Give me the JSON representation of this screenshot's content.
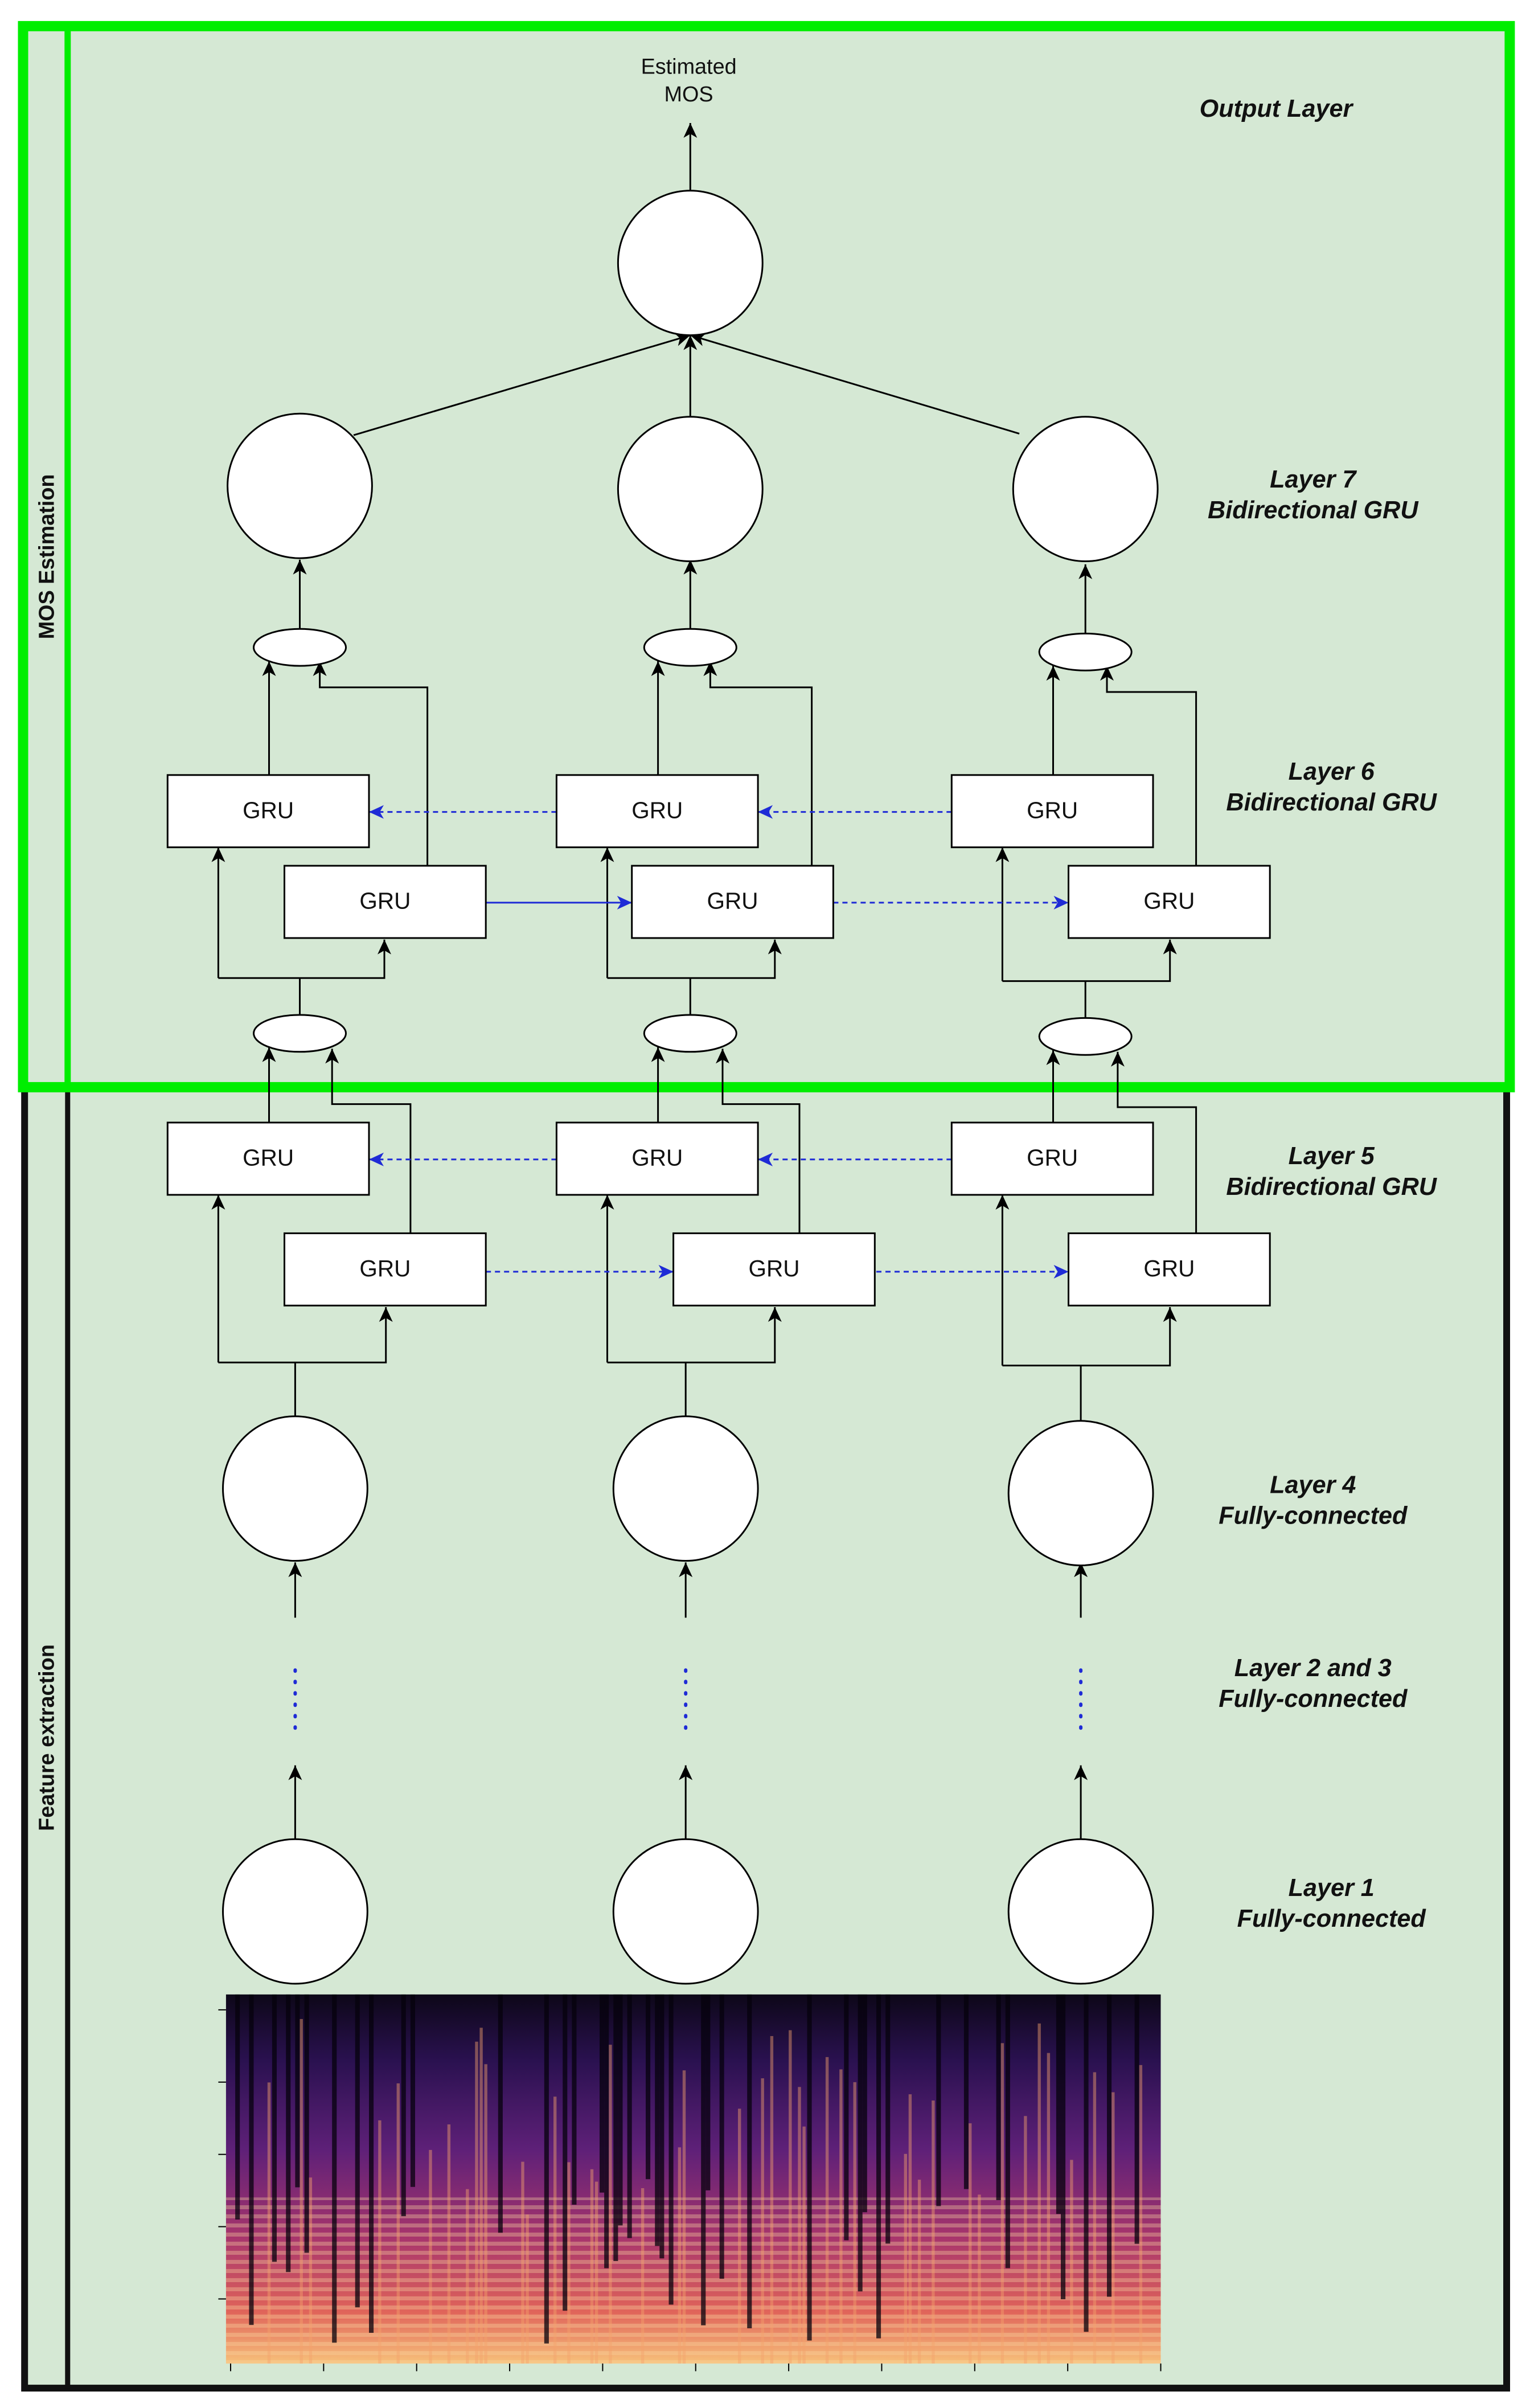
{
  "sections": {
    "mos": "MOS Estimation",
    "feature": "Feature extraction"
  },
  "output_label": [
    "Estimated",
    "MOS"
  ],
  "layers": {
    "output": [
      "Output Layer"
    ],
    "l7": [
      "Layer 7",
      "Bidirectional GRU"
    ],
    "l6": [
      "Layer 6",
      "Bidirectional GRU"
    ],
    "l5": [
      "Layer 5",
      "Bidirectional GRU"
    ],
    "l4": [
      "Layer 4",
      "Fully-connected"
    ],
    "l23": [
      "Layer 2 and 3",
      "Fully-connected"
    ],
    "l1": [
      "Layer 1",
      "Fully-connected"
    ]
  },
  "gru_label": "GRU",
  "colors": {
    "panel_fill": "#d5e8d4",
    "mos_border": "#00ee00",
    "feature_border": "#111111",
    "dashed_arrow": "#1f2bd6",
    "node_fill": "#ffffff",
    "stroke": "#000000"
  }
}
